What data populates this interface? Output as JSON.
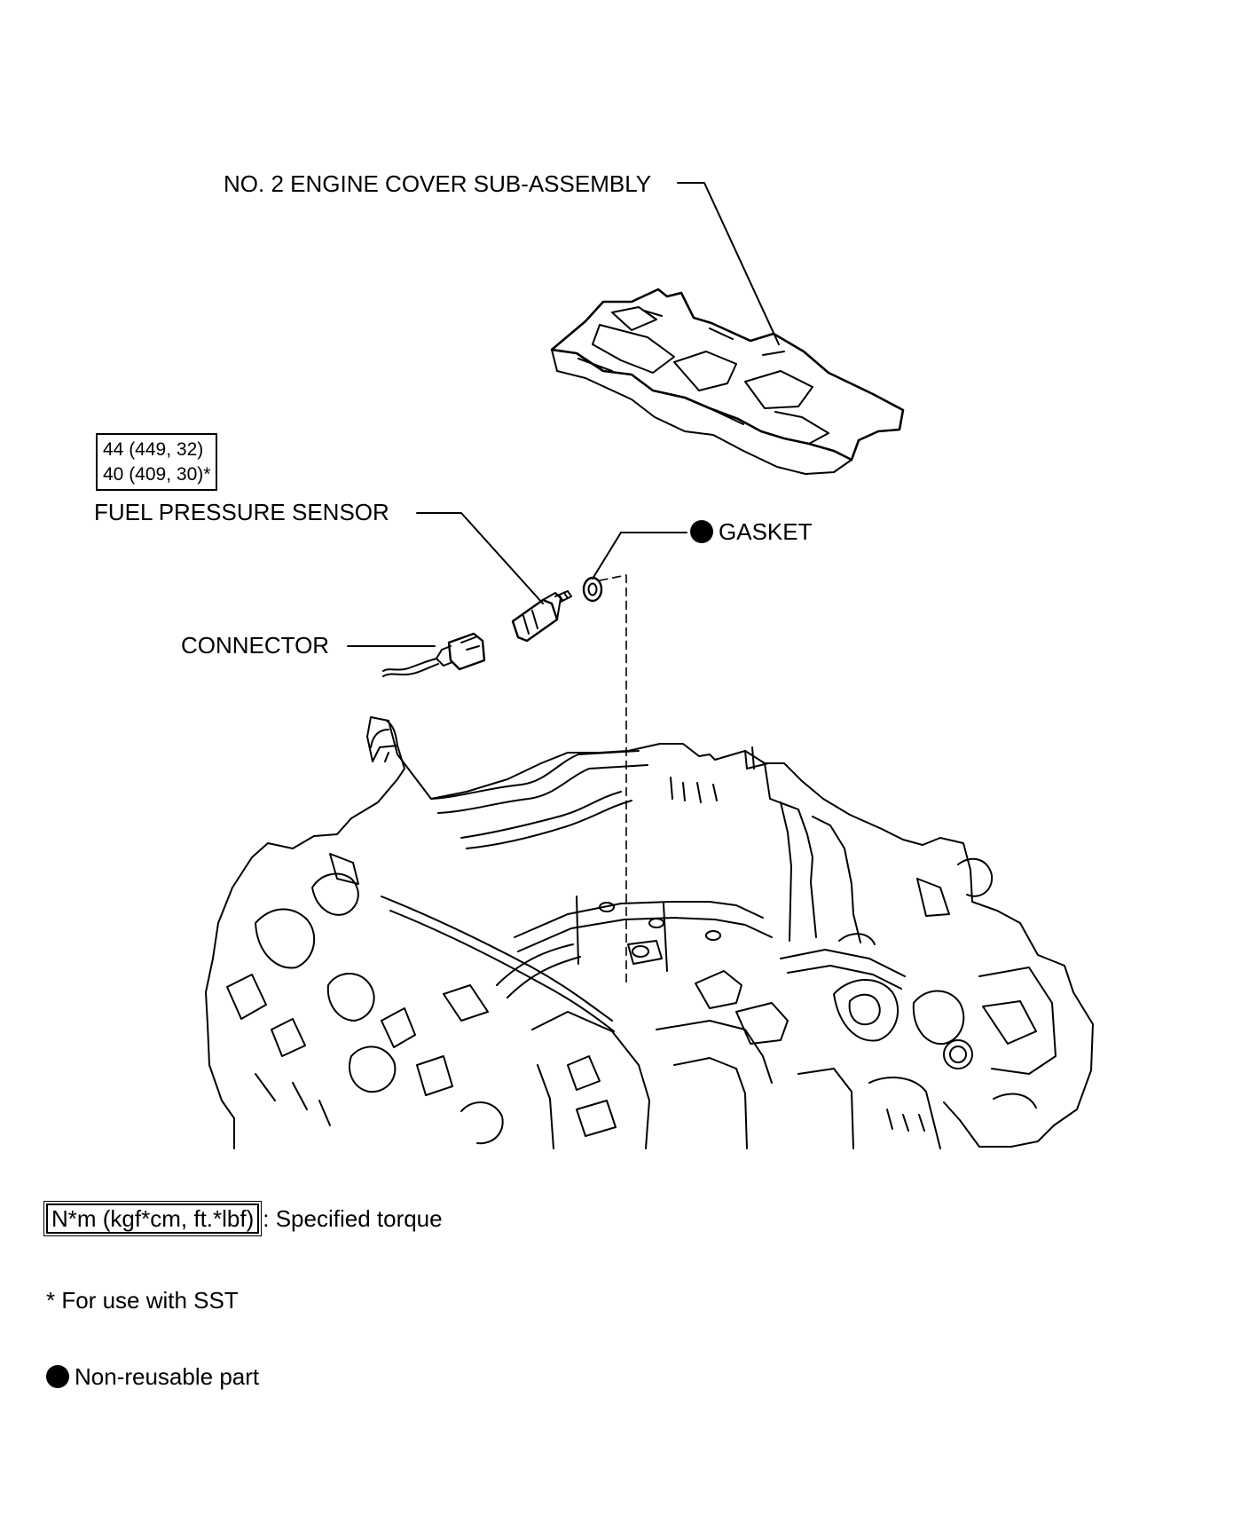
{
  "labels": {
    "engine_cover": "NO. 2 ENGINE COVER SUB-ASSEMBLY",
    "fuel_pressure_sensor": "FUEL PRESSURE SENSOR",
    "gasket": "GASKET",
    "connector": "CONNECTOR"
  },
  "torque_spec": {
    "line1": "44 (449, 32)",
    "line2": "40 (409, 30)*"
  },
  "legend": {
    "torque_unit": "N*m (kgf*cm, ft.*lbf)",
    "torque_desc": ": Specified torque",
    "sst_note": "* For use with SST",
    "non_reusable": "Non-reusable part"
  }
}
